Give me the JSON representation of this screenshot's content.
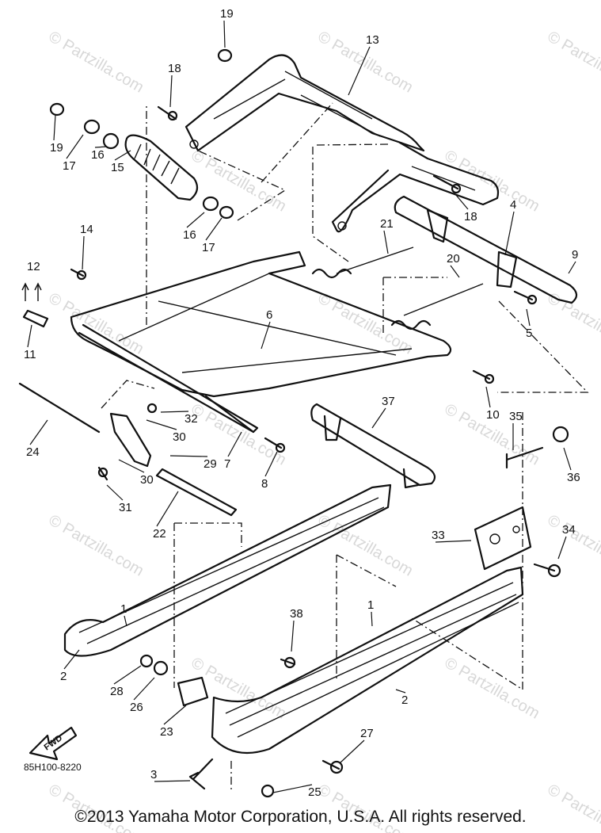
{
  "diagram": {
    "part_code": "85H100-8220",
    "fwd_label": "FWD",
    "copyright": "©2013 Yamaha Motor Corporation, U.S.A. All rights reserved.",
    "watermark": "© Partzilla.com",
    "callouts": [
      "1",
      "1",
      "2",
      "2",
      "3",
      "4",
      "5",
      "6",
      "7",
      "8",
      "9",
      "10",
      "11",
      "12",
      "13",
      "14",
      "15",
      "16",
      "16",
      "17",
      "17",
      "18",
      "18",
      "19",
      "19",
      "20",
      "21",
      "22",
      "23",
      "24",
      "25",
      "26",
      "27",
      "28",
      "29",
      "30",
      "30",
      "31",
      "32",
      "33",
      "34",
      "35",
      "36",
      "37",
      "38"
    ]
  }
}
